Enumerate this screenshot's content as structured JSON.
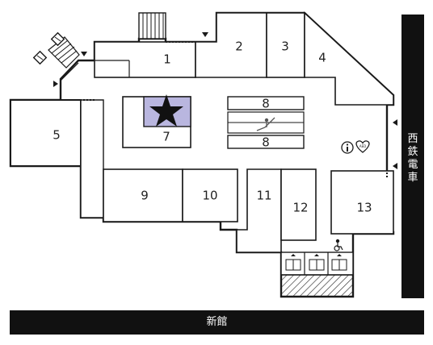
{
  "map": {
    "rooms": {
      "r1": "1",
      "r2": "2",
      "r3": "3",
      "r4": "4",
      "r5": "5",
      "r7": "7",
      "r8a": "8",
      "r8b": "8",
      "r9": "9",
      "r10": "10",
      "r11": "11",
      "r12": "12",
      "r13": "13"
    },
    "west_rail": {
      "chars": [
        "西",
        "鉄",
        "電",
        "車"
      ]
    },
    "shinkan": "新館",
    "icons": {
      "star": "star-icon",
      "info": "info-icon",
      "aed": "aed-icon",
      "aed_label": "AED",
      "escalator": "escalator-icon",
      "elevator": "elevator-icon",
      "wheelchair": "wheelchair-icon",
      "stairs": "stairs-icon",
      "entrance": "entrance-arrow-icon"
    },
    "colors": {
      "wall": "#1a1a1a",
      "highlight": "#b9b6df",
      "rail_band": "#111111",
      "background": "#ffffff"
    }
  }
}
